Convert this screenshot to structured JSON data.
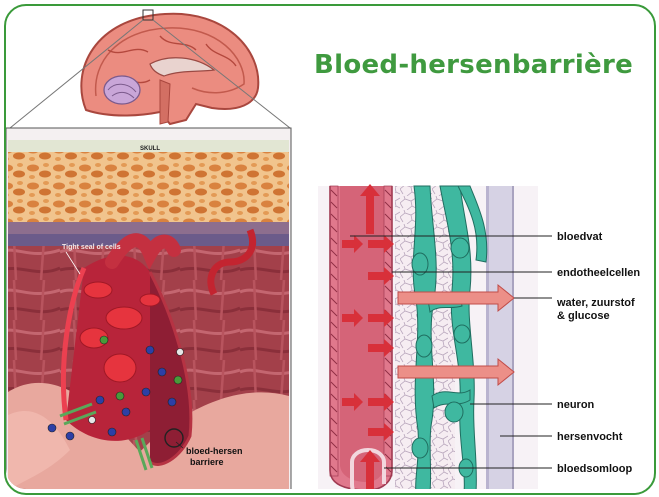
{
  "title": "Bloed-hersenbarrière",
  "left_panel": {
    "skull_label": "SKULL",
    "tight_seal_label": "Tight seal of cells",
    "barrier_label_line1": "bloed-hersen",
    "barrier_label_line2": "barriere"
  },
  "diagram_labels": {
    "bloedvat": "bloedvat",
    "endotheelcellen": "endotheelcellen",
    "water_line1": "water, zuurstof",
    "water_line2": "& glucose",
    "neuron": "neuron",
    "hersenvocht": "hersenvocht",
    "bloedsomloop": "bloedsomloop"
  },
  "colors": {
    "border": "#3a9a3a",
    "title": "#3f9a3f",
    "blood_red": "#d8303a",
    "vessel_pink": "#e0788c",
    "neuron_green": "#3fb8a0",
    "csf_lavender": "#d6d2e4"
  }
}
